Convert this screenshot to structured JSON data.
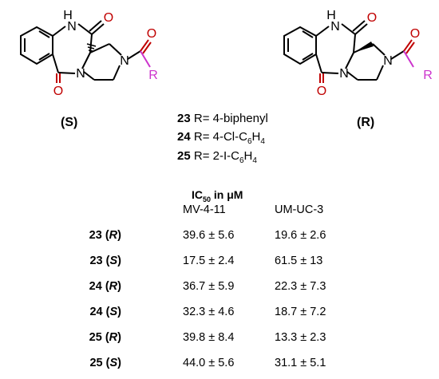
{
  "atoms": {
    "nh": "H",
    "n_lower": "N",
    "o": "O",
    "r": "R"
  },
  "colors": {
    "bond": "#000000",
    "oxygen": "#c00000",
    "r_group": "#cc33cc",
    "nitrogen": "#000000"
  },
  "structures": [
    {
      "stereo": "(S)"
    },
    {
      "stereo": "(R)"
    }
  ],
  "compounds": [
    {
      "num": "23",
      "text": " R= 4-biphenyl"
    },
    {
      "num": "24",
      "text": " R= 4-Cl-C",
      "sub1": "6",
      "mid": "H",
      "sub2": "4"
    },
    {
      "num": "25",
      "text": " R= 2-I-C",
      "sub1": "6",
      "mid": "H",
      "sub2": "4"
    }
  ],
  "table": {
    "title_main": "IC",
    "title_sub": "50",
    "title_rest": " in μM",
    "columns": [
      "MV-4-11",
      "UM-UC-3"
    ],
    "rows": [
      {
        "num": "23",
        "stereo": "R",
        "v1": "39.6 ± 5.6",
        "v2": "19.6 ± 2.6"
      },
      {
        "num": "23",
        "stereo": "S",
        "v1": "17.5 ± 2.4",
        "v2": "61.5 ± 13"
      },
      {
        "num": "24",
        "stereo": "R",
        "v1": "36.7 ± 5.9",
        "v2": "22.3 ± 7.3"
      },
      {
        "num": "24",
        "stereo": "S",
        "v1": "32.3 ± 4.6",
        "v2": "18.7 ± 7.2"
      },
      {
        "num": "25",
        "stereo": "R",
        "v1": "39.8 ± 8.4",
        "v2": "13.3 ± 2.3"
      },
      {
        "num": "25",
        "stereo": "S",
        "v1": "44.0 ± 5.6",
        "v2": "31.1 ± 5.1"
      }
    ]
  }
}
